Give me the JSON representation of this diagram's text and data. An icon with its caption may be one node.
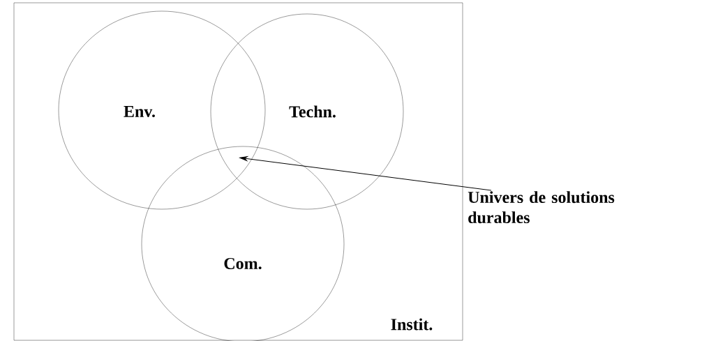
{
  "diagram": {
    "nodes": [
      {
        "text": [
          "Instit."
        ]
      },
      {
        "text": [
          "Env."
        ],
        "in": 0
      },
      {
        "text": [
          "Techn."
        ],
        "in": 0
      },
      {
        "text": [
          "Com."
        ],
        "in": 0
      },
      {
        "text": [
          "Univers de solutions durables"
        ]
      }
    ],
    "edges": [
      {
        "from": 4,
        "to": 2,
        "arrow": "to"
      }
    ]
  }
}
